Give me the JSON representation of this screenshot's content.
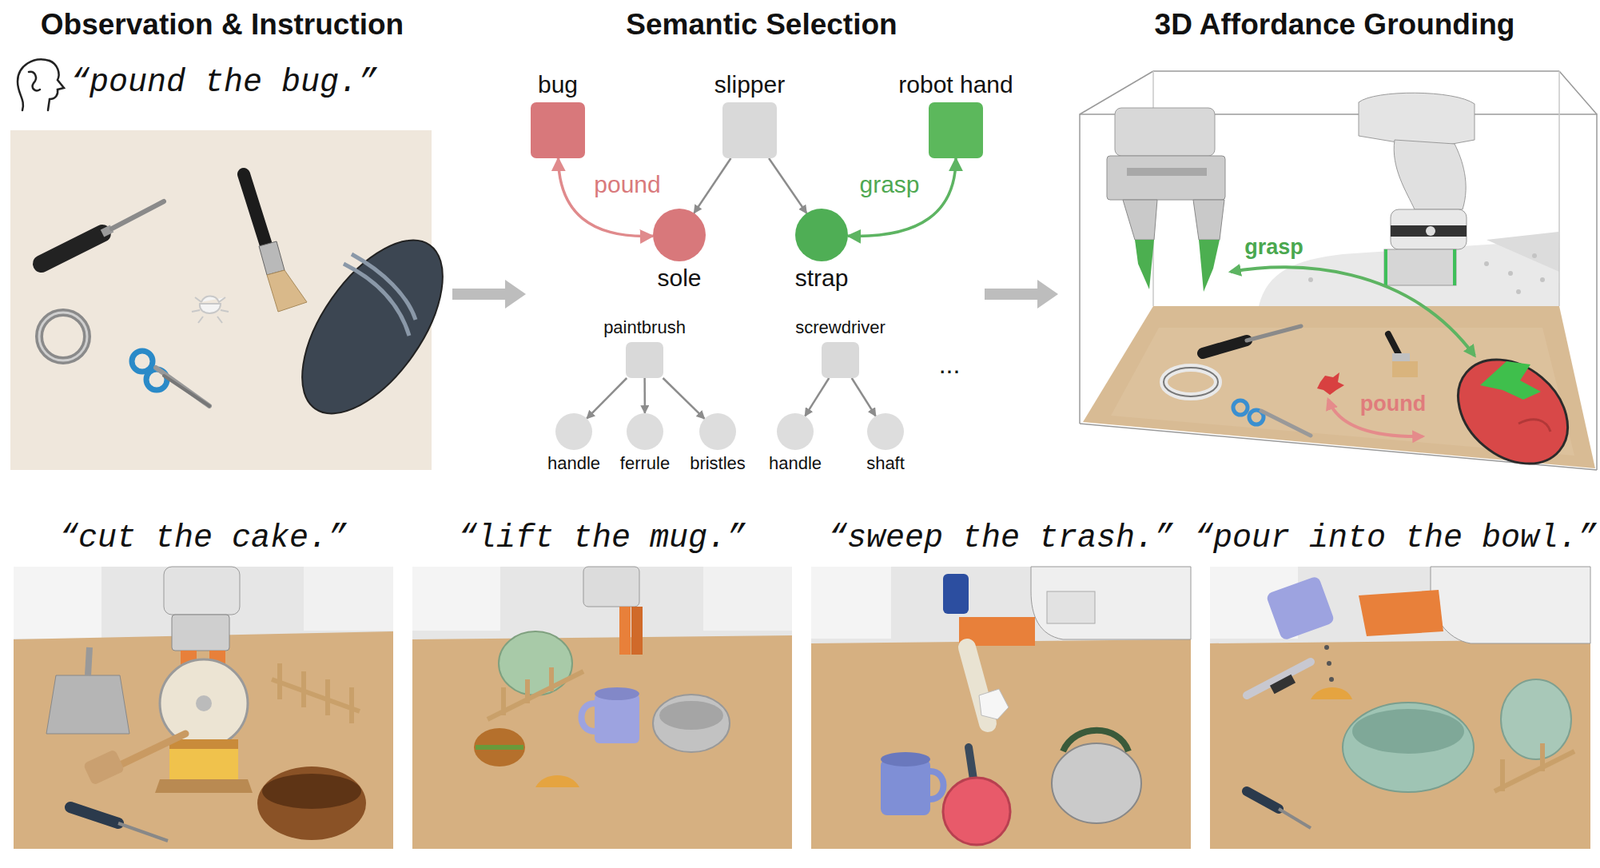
{
  "diagram": {
    "nodes": [
      {
        "text": [
          "bug"
        ]
      },
      {
        "text": [
          "slipper"
        ]
      },
      {
        "text": [
          "robot hand"
        ]
      },
      {
        "text": [
          "sole"
        ]
      },
      {
        "text": [
          "strap"
        ]
      },
      {
        "text": [
          "paintbrush"
        ]
      },
      {
        "text": [
          "handle"
        ]
      },
      {
        "text": [
          "ferrule"
        ]
      },
      {
        "text": [
          "bristles"
        ]
      },
      {
        "text": [
          "screwdriver"
        ]
      },
      {
        "text": [
          "handle"
        ]
      },
      {
        "text": [
          "shaft"
        ]
      }
    ],
    "edges": [
      {
        "from": 1,
        "to": 3,
        "arrow": "to"
      },
      {
        "from": 1,
        "to": 4,
        "arrow": "to"
      },
      {
        "from": 0,
        "to": 3,
        "label": "pound",
        "arrow": "both"
      },
      {
        "from": 2,
        "to": 4,
        "label": "grasp",
        "arrow": "both"
      },
      {
        "from": 5,
        "to": 6,
        "arrow": "to"
      },
      {
        "from": 5,
        "to": 7,
        "arrow": "to"
      },
      {
        "from": 5,
        "to": 8,
        "arrow": "to"
      },
      {
        "from": 9,
        "to": 10,
        "arrow": "to"
      },
      {
        "from": 9,
        "to": 11,
        "arrow": "to"
      }
    ],
    "labels": [
      "Observation & Instruction",
      "Semantic Selection",
      "3D Affordance Grounding",
      "“pound the bug.”",
      "...",
      "grasp",
      "pound",
      "“cut the cake.”",
      "“lift the mug.”",
      "“sweep the trash.”",
      "“pour into the bowl.”"
    ]
  }
}
